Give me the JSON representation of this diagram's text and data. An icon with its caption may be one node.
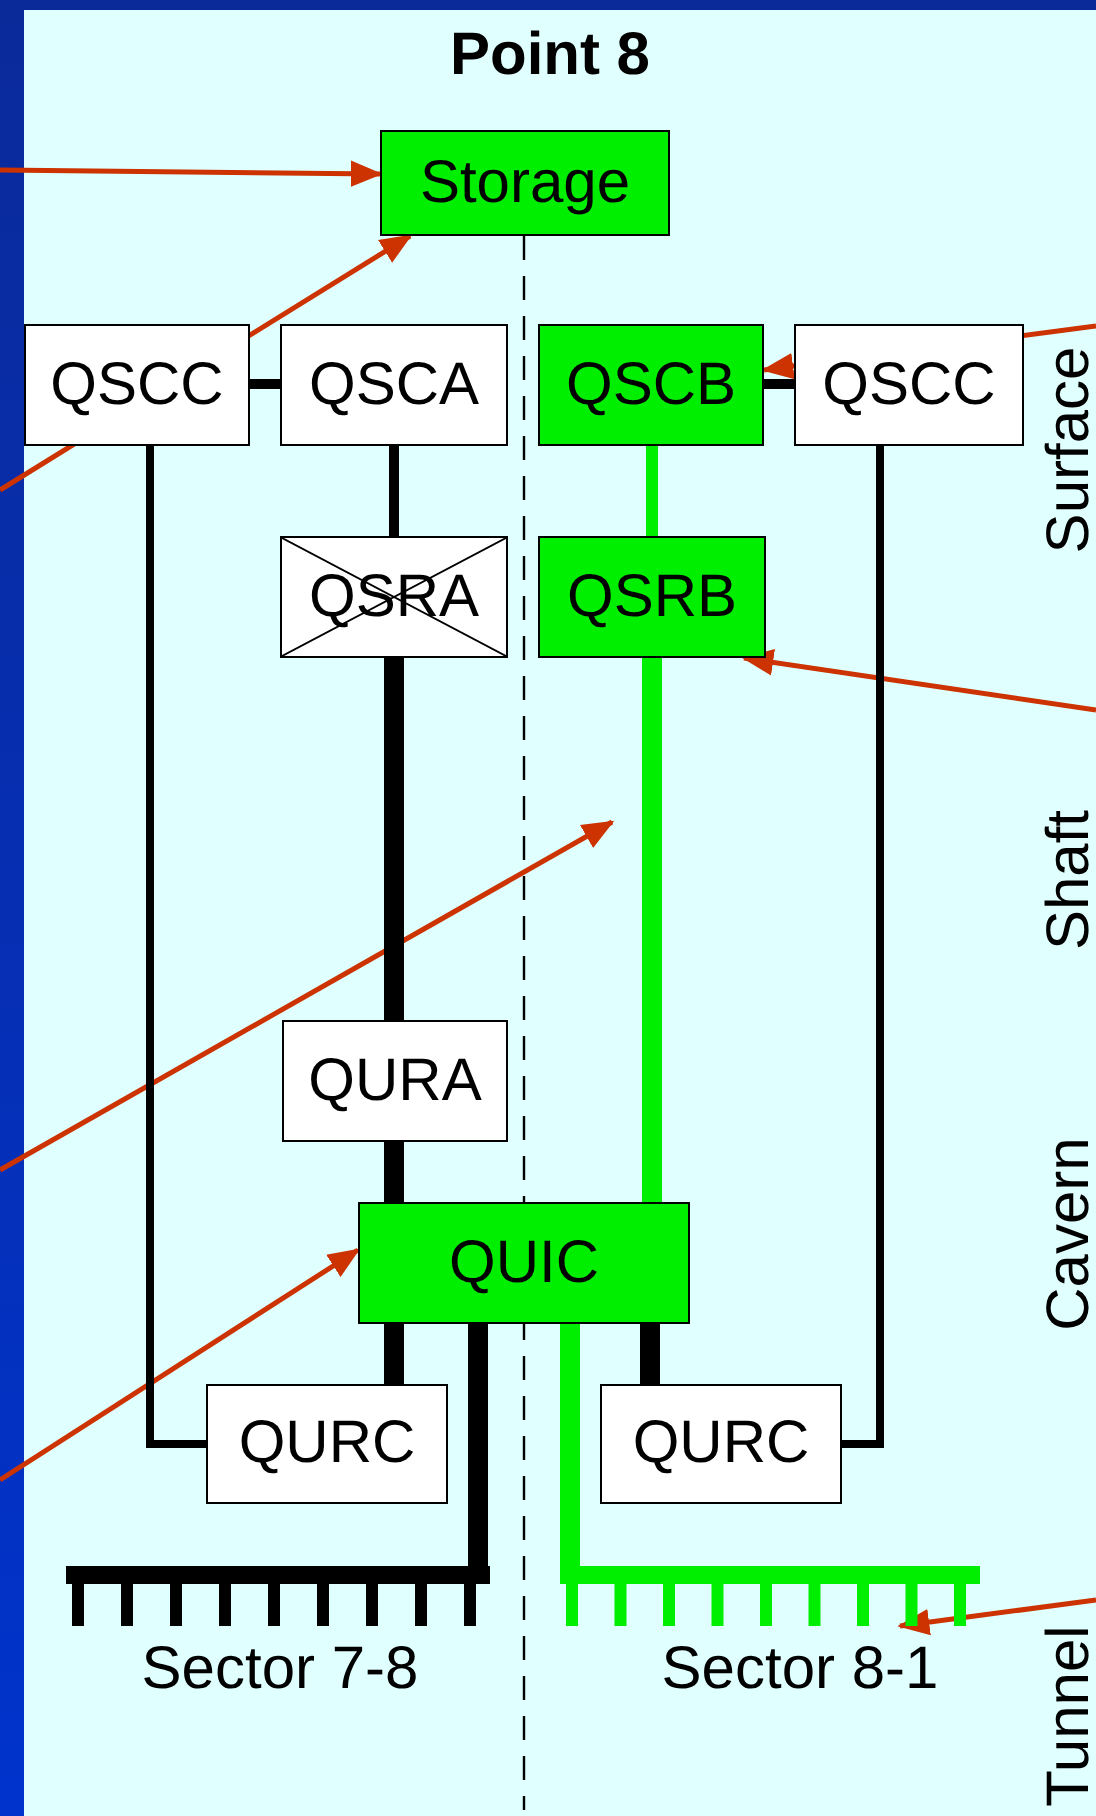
{
  "diagram": {
    "title": "Point 8",
    "nodes": [
      {
        "text": [
          "Storage"
        ]
      },
      {
        "text": [
          "QSCC"
        ]
      },
      {
        "text": [
          "QSCA"
        ]
      },
      {
        "text": [
          "QSCB"
        ]
      },
      {
        "text": [
          "QSCC"
        ]
      },
      {
        "text": [
          "QSRA"
        ]
      },
      {
        "text": [
          "QSRB"
        ]
      },
      {
        "text": [
          "QURA"
        ]
      },
      {
        "text": [
          "QUIC"
        ]
      },
      {
        "text": [
          "QURC"
        ]
      },
      {
        "text": [
          "QURC"
        ]
      },
      {
        "text": [],
        "shape": "bar",
        "beside": [
          "Sector 7-8"
        ]
      },
      {
        "text": [],
        "shape": "bar",
        "beside": [
          "Sector 8-1"
        ]
      }
    ],
    "edges": [
      {
        "from": null,
        "to": 0,
        "arrow": "to",
        "color": "#cc3300"
      },
      {
        "from": null,
        "to": 0,
        "arrow": "to",
        "color": "#cc3300"
      },
      {
        "from": null,
        "to": 3,
        "arrow": "to",
        "color": "#cc3300"
      },
      {
        "from": null,
        "to": 6,
        "arrow": "to",
        "color": "#cc3300"
      },
      {
        "from": null,
        "to": 8,
        "arrow": "to",
        "color": "#cc3300"
      },
      {
        "from": null,
        "to": 12,
        "arrow": "to",
        "color": "#cc3300"
      },
      {
        "from": 1,
        "to": 2,
        "arrow": "none"
      },
      {
        "from": 3,
        "to": 4,
        "arrow": "none"
      },
      {
        "from": 1,
        "to": 9,
        "arrow": "none"
      },
      {
        "from": 2,
        "to": 5,
        "arrow": "none"
      },
      {
        "from": 5,
        "to": 7,
        "arrow": "none",
        "style": "thick"
      },
      {
        "from": 7,
        "to": 8,
        "arrow": "none",
        "style": "thick"
      },
      {
        "from": 8,
        "to": 9,
        "arrow": "none",
        "style": "thick"
      },
      {
        "from": 8,
        "to": 11,
        "arrow": "none",
        "style": "thick"
      },
      {
        "from": 4,
        "to": 10,
        "arrow": "none"
      },
      {
        "from": 3,
        "to": 6,
        "arrow": "none",
        "color": "#00ee00"
      },
      {
        "from": 6,
        "to": 8,
        "arrow": "none",
        "style": "thick",
        "color": "#00ee00"
      },
      {
        "from": 8,
        "to": 10,
        "arrow": "none",
        "style": "thick"
      },
      {
        "from": 8,
        "to": 12,
        "arrow": "none",
        "style": "thick",
        "color": "#00ee00"
      }
    ],
    "labels": [
      "Surface",
      "Shaft",
      "Cavern",
      "Tunnel"
    ]
  }
}
